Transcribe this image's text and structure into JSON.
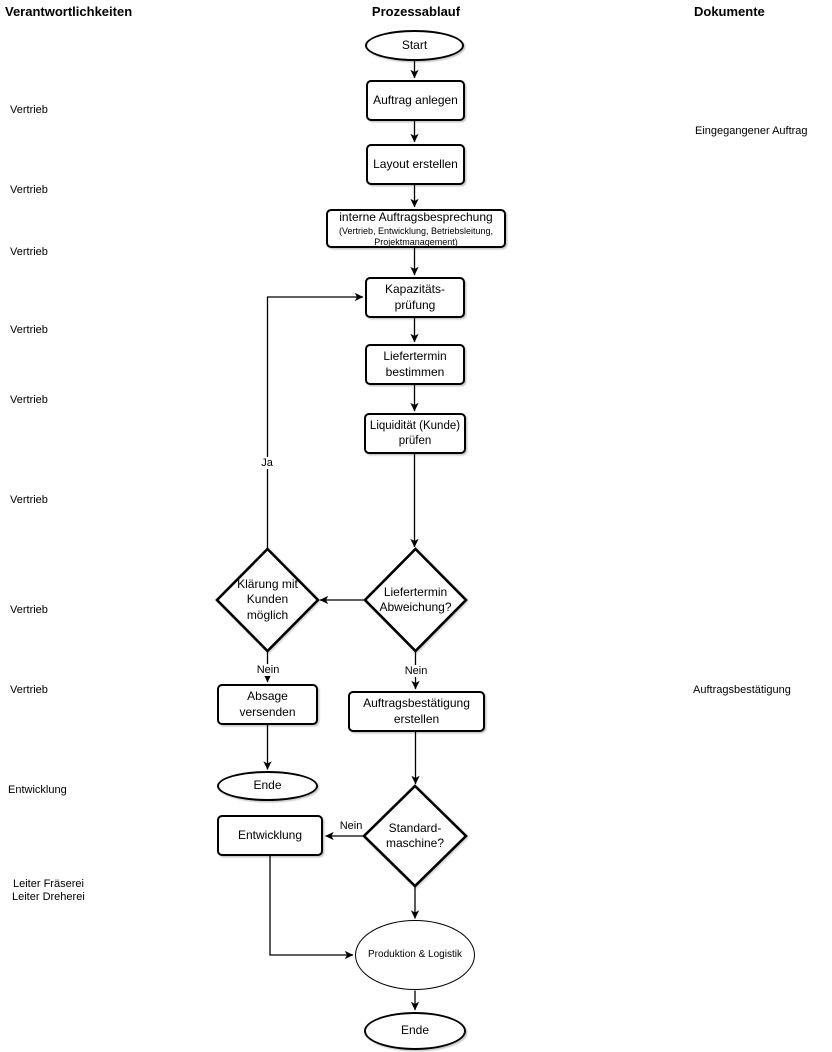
{
  "headers": {
    "responsibilities": "Verantwortlichkeiten",
    "process": "Prozessablauf",
    "documents": "Dokumente"
  },
  "lanes": {
    "responsibilities": [
      {
        "label": "Vertrieb"
      },
      {
        "label": "Vertrieb"
      },
      {
        "label": "Vertrieb"
      },
      {
        "label": "Vertrieb"
      },
      {
        "label": "Vertrieb"
      },
      {
        "label": "Vertrieb"
      },
      {
        "label": "Vertrieb"
      },
      {
        "label": "Vertrieb"
      },
      {
        "label": "Entwicklung"
      },
      {
        "label": "Leiter Fräserei"
      },
      {
        "label": "Leiter Dreherei"
      }
    ],
    "documents": [
      {
        "label": "Eingegangener Auftrag"
      },
      {
        "label": "Auftragsbestätigung"
      }
    ]
  },
  "nodes": {
    "start": {
      "label": "Start"
    },
    "auftrag_anlegen": {
      "label": "Auftrag anlegen"
    },
    "layout_erstellen": {
      "label": "Layout erstellen"
    },
    "auftragsbesprechung": {
      "title": "interne Auftragsbesprechung",
      "subtitle": "(Vertrieb, Entwicklung, Betriebsleitung,\nProjektmanagement)"
    },
    "kapazitaetspruefung": {
      "label": "Kapazitäts-\nprüfung"
    },
    "liefertermin_bestimmen": {
      "label": "Liefertermin\nbestimmen"
    },
    "liquiditaet_pruefen": {
      "label": "Liquidität (Kunde)\nprüfen"
    },
    "liefertermin_abweichung": {
      "label": "Liefertermin\nAbweichung?"
    },
    "klaerung_kunden": {
      "label": "Klärung mit\nKunden\nmöglich"
    },
    "absage_versenden": {
      "label": "Absage\nversenden"
    },
    "ende_links": {
      "label": "Ende"
    },
    "auftragsbestaetigung_erstellen": {
      "label": "Auftragsbestätigung\nerstellen"
    },
    "standardmaschine": {
      "label": "Standard-\nmaschine?"
    },
    "entwicklung": {
      "label": "Entwicklung"
    },
    "produktion_logistik": {
      "label": "Produktion & Logistik"
    },
    "ende": {
      "label": "Ende"
    }
  },
  "edge_labels": {
    "ja": "Ja",
    "nein": "Nein"
  },
  "colors": {
    "stroke": "#000000",
    "fill": "#ffffff",
    "text": "#000000"
  }
}
